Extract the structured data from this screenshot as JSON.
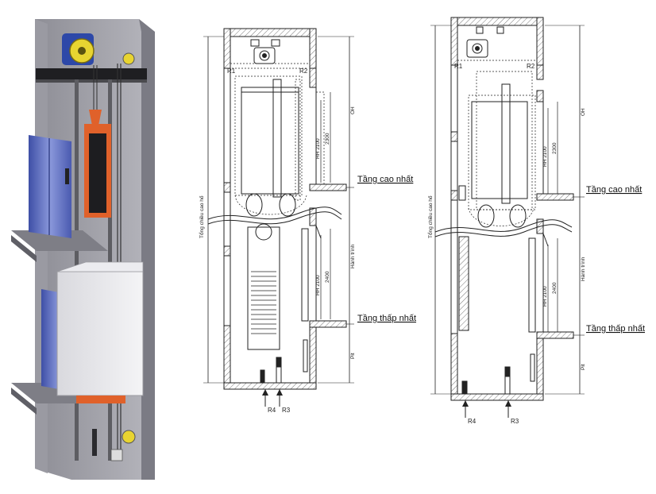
{
  "drawing_1": {
    "machine_label_left": "R1",
    "machine_label_right": "R2",
    "overhead_label": "OH",
    "cabin_height_label": "HH 2100",
    "cabin_clear_label": "2300",
    "shaft_height_label": "Tổng chiều cao hố",
    "top_floor_label": "Tầng cao nhất",
    "travel_label": "Hành trình",
    "door_height_label": "HH 2100",
    "door_clear_label": "2400",
    "bottom_floor_label": "Tầng thấp nhất",
    "pit_label": "Pit",
    "reaction_left": "R4",
    "reaction_right": "R3"
  },
  "drawing_2": {
    "machine_label_left": "R1",
    "machine_label_right": "R2",
    "overhead_label": "OH",
    "cabin_height_label": "HH 2100",
    "cabin_clear_label": "2300",
    "shaft_height_label": "Tổng chiều cao hố",
    "top_floor_label": "Tầng cao nhất",
    "travel_label": "Hành trình",
    "door_height_label": "HH 2100",
    "door_clear_label": "2400",
    "bottom_floor_label": "Tầng thấp nhất",
    "pit_label": "Pit",
    "reaction_left": "R4",
    "reaction_right": "R3"
  }
}
